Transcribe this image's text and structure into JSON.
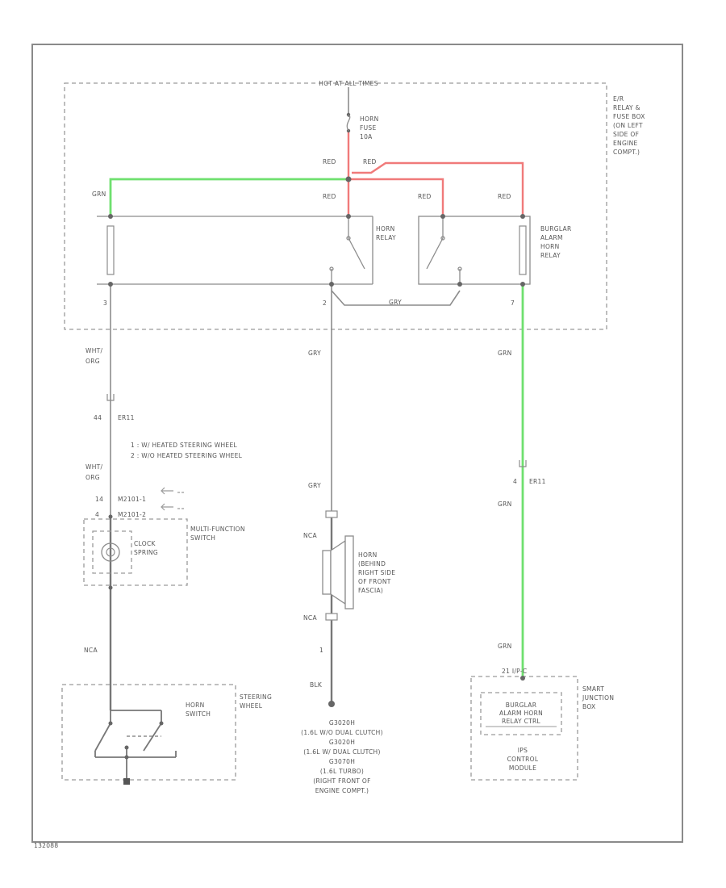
{
  "labels": {
    "hot_at_all_times": "HOT AT ALL TIMES",
    "horn_fuse": [
      "HORN",
      "FUSE",
      "10A"
    ],
    "red_1": "RED",
    "red_2": "RED",
    "red_3": "RED",
    "red_4": "RED",
    "red_5": "RED",
    "grn_top": "GRN",
    "er_box": [
      "E/R",
      "RELAY &",
      "FUSE BOX",
      "(ON LEFT",
      "SIDE OF",
      "ENGINE",
      "COMPT.)"
    ],
    "horn_relay": [
      "HORN",
      "RELAY"
    ],
    "burglar_relay": [
      "BURGLAR",
      "ALARM",
      "HORN",
      "RELAY"
    ],
    "pin_3": "3",
    "pin_2": "2",
    "pin_7": "7",
    "gry_relay": "GRY",
    "wht_org_1": [
      "WHT/",
      "ORG"
    ],
    "gry_1": "GRY",
    "grn_1": "GRN",
    "conn_er11_left": [
      "44",
      "ER11"
    ],
    "notes": [
      "1 : W/ HEATED STEERING WHEEL",
      "2 : W/O HEATED STEERING WHEEL"
    ],
    "wht_org_2": [
      "WHT/",
      "ORG"
    ],
    "gry_2": "GRY",
    "conn_er11_right": [
      "4",
      "ER11"
    ],
    "grn_2": "GRN",
    "m_pins": [
      "14",
      "4",
      "M2101-1",
      "M2101-2"
    ],
    "multi_function": [
      "MULTI-FUNCTION",
      "SWITCH"
    ],
    "clock_spring": [
      "CLOCK",
      "SPRING"
    ],
    "nca_1": "NCA",
    "horn": [
      "HORN",
      "(BEHIND",
      "RIGHT SIDE",
      "OF FRONT",
      "FASCIA)"
    ],
    "nca_2": "NCA",
    "pin_1": "1",
    "nca_3": "NCA",
    "blk": "BLK",
    "grn_3": "GRN",
    "smart_conn": "21   I/P-C",
    "steering_wheel": [
      "STEERING",
      "WHEEL"
    ],
    "horn_switch": [
      "HORN",
      "SWITCH"
    ],
    "ground": [
      "G3020H",
      "(1.6L W/O DUAL CLUTCH)",
      "G3020H",
      "(1.6L W/ DUAL CLUTCH)",
      "G3070H",
      "(1.6L TURBO)",
      "(RIGHT FRONT OF",
      "ENGINE COMPT.)"
    ],
    "smart_box": [
      "SMART",
      "JUNCTION",
      "BOX"
    ],
    "burglar_ctrl": [
      "BURGLAR",
      "ALARM HORN",
      "RELAY CTRL"
    ],
    "ips": [
      "IPS",
      "CONTROL",
      "MODULE"
    ],
    "footer": "132088"
  },
  "colors": {
    "red_wire": "#f07a7a",
    "green_wire": "#6fe06f",
    "gray_wire": "#8c8c8c",
    "dashed_box": "#9a9a9a",
    "text": "#555555"
  }
}
